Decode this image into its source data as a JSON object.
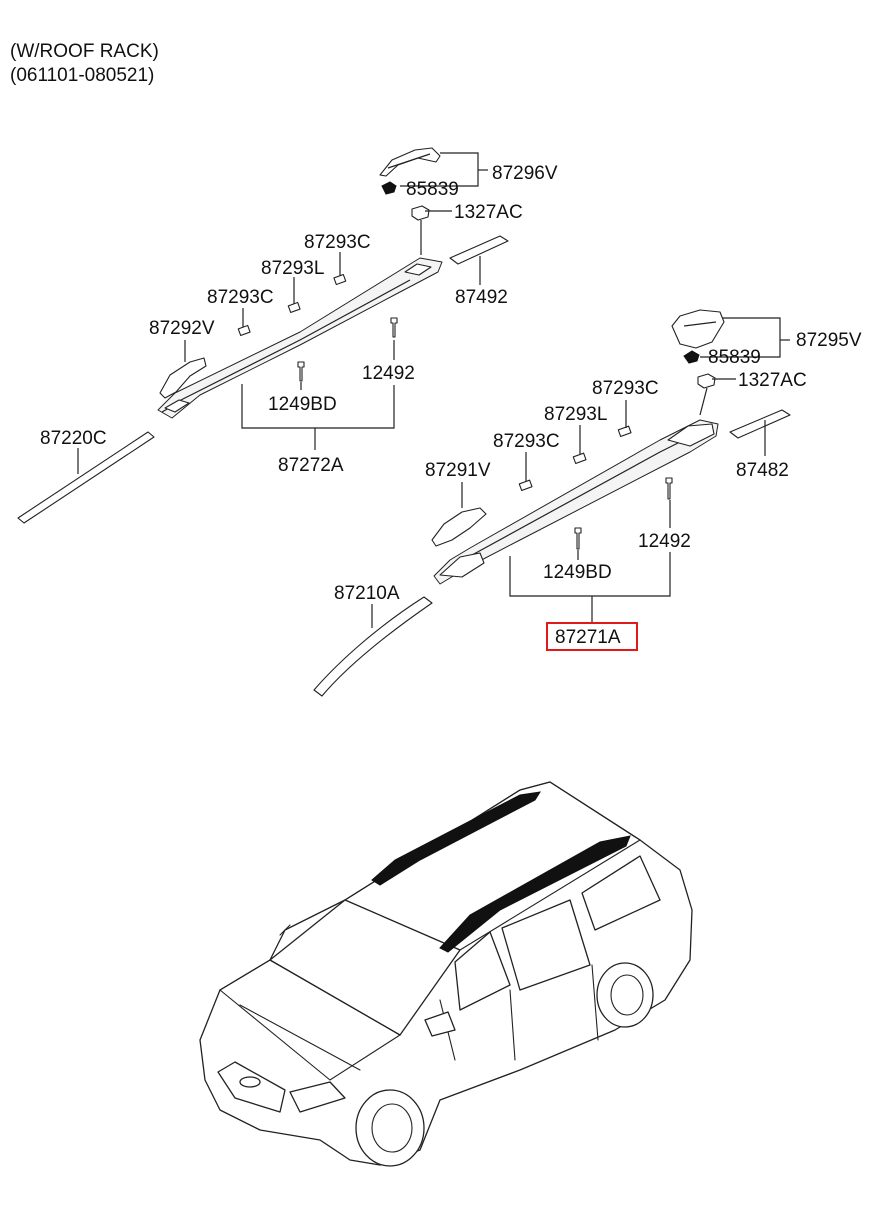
{
  "header": {
    "line1": "(W/ROOF RACK)",
    "line2": "(061101-080521)"
  },
  "labels": {
    "p87296V": "87296V",
    "p85839_top": "85839",
    "p1327AC_top": "1327AC",
    "p87293C_a": "87293C",
    "p87293L_top": "87293L",
    "p87293C_b": "87293C",
    "p87492": "87492",
    "p87292V": "87292V",
    "p12492_top": "12492",
    "p1249BD_top": "1249BD",
    "p87220C": "87220C",
    "p87272A": "87272A",
    "p87295V": "87295V",
    "p85839_right": "85839",
    "p1327AC_right": "1327AC",
    "p87293C_c": "87293C",
    "p87293L_right": "87293L",
    "p87293C_d": "87293C",
    "p87482": "87482",
    "p87291V": "87291V",
    "p12492_right": "12492",
    "p1249BD_right": "1249BD",
    "p87210A": "87210A",
    "p87271A": "87271A"
  },
  "highlight": {
    "part": "87271A",
    "color": "#e0191b"
  }
}
